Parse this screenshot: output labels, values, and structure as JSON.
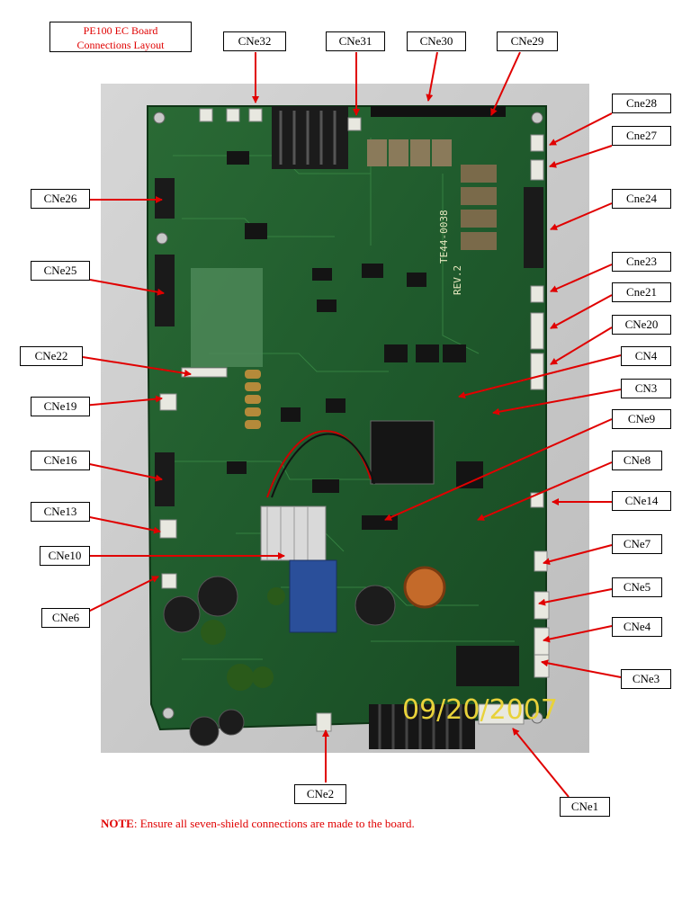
{
  "title": {
    "line1": "PE100 EC Board",
    "line2": "Connections Layout"
  },
  "labels": {
    "cne32": "CNe32",
    "cne31": "CNe31",
    "cne30": "CNe30",
    "cne29": "CNe29",
    "cne28": "Cne28",
    "cne27": "Cne27",
    "cne26": "CNe26",
    "cne24": "Cne24",
    "cne25": "CNe25",
    "cne23": "Cne23",
    "cne21": "Cne21",
    "cne20": "CNe20",
    "cne22": "CNe22",
    "cn4": "CN4",
    "cn3": "CN3",
    "cne19": "CNe19",
    "cne9": "CNe9",
    "cne16": "CNe16",
    "cne8": "CNe8",
    "cne13": "CNe13",
    "cne14": "CNe14",
    "cne10": "CNe10",
    "cne7": "CNe7",
    "cne6": "CNe6",
    "cne5": "CNe5",
    "cne4": "CNe4",
    "cne3": "CNe3",
    "cne2": "CNe2",
    "cne1": "CNe1"
  },
  "photo": {
    "date_stamp": "09/20/2007",
    "silk_text_1": "TE44-0038",
    "silk_text_2": "REV.2"
  },
  "note": {
    "prefix": "NOTE",
    "text": ": Ensure all seven-shield connections are made to the board."
  },
  "colors": {
    "accent": "#e00000",
    "pcb": "#1f5a2c",
    "date": "#e8d23a"
  }
}
